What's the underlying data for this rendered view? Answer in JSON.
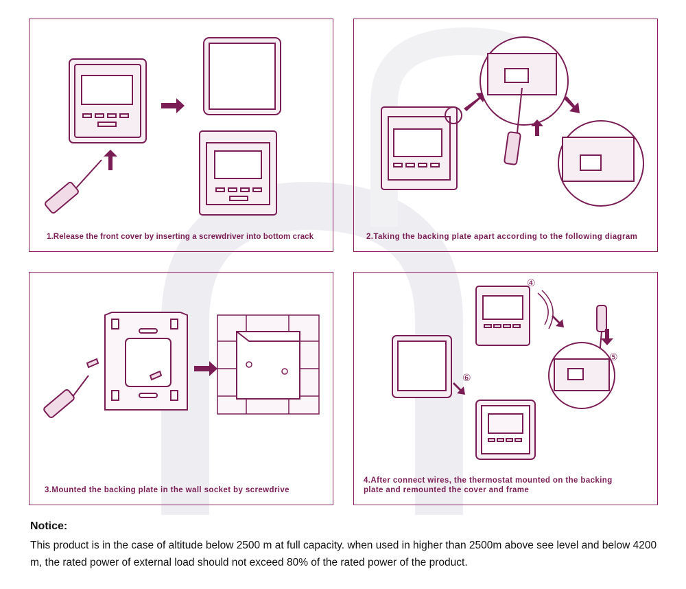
{
  "steps": [
    {
      "caption": "1.Release the front cover by inserting a screwdriver into bottom crack"
    },
    {
      "caption": "2.Taking the backing plate apart according to the following diagram"
    },
    {
      "caption": "3.Mounted the backing plate in the wall socket by screwdrive"
    },
    {
      "caption": "4.After connect wires, the thermostat mounted on the backing\nplate and remounted the cover and frame"
    }
  ],
  "step4_markers": [
    "④",
    "⑤",
    "⑥"
  ],
  "notice": {
    "title": "Notice:",
    "body": "This product is in the case of altitude below 2500 m at full capacity. when used in higher than 2500m above see level and below 4200 m, the rated power of external load should not exceed 80% of the rated power of the product."
  },
  "colors": {
    "accent": "#8c1f63",
    "watermark": "#ececf0"
  }
}
